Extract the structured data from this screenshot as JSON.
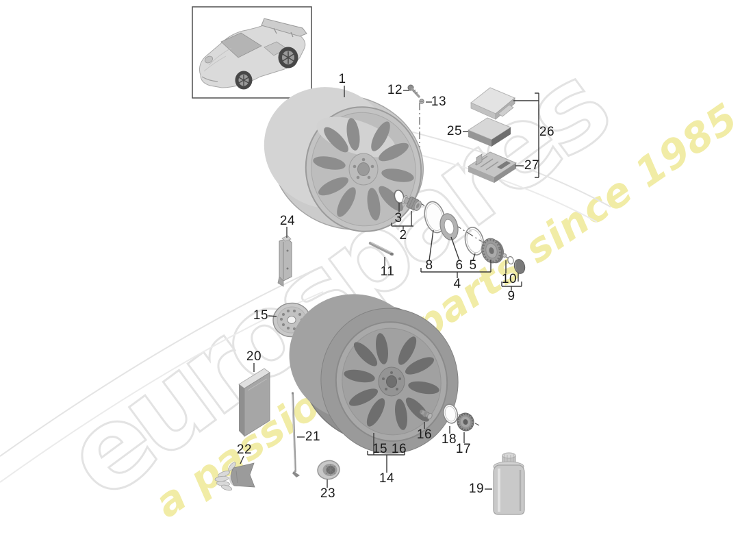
{
  "watermark": {
    "brand": "eurospares",
    "tagline": "a passion for parts since 1985",
    "brand_outline_color": "#e3e3e3",
    "tagline_color": "#f1eca2"
  },
  "colors": {
    "background": "#ffffff",
    "leader_line": "#3a3a3a",
    "label_text": "#1b1b1b",
    "metal_light": "#cccccc",
    "metal_mid": "#9a9a9a",
    "metal_dark": "#6e6e6e"
  },
  "labels": [
    {
      "text": "1"
    },
    {
      "text": "12"
    },
    {
      "text": "13"
    },
    {
      "text": "25"
    },
    {
      "text": "26"
    },
    {
      "text": "27"
    },
    {
      "text": "3"
    },
    {
      "text": "2"
    },
    {
      "text": "24"
    },
    {
      "text": "11"
    },
    {
      "text": "8"
    },
    {
      "text": "6"
    },
    {
      "text": "5"
    },
    {
      "text": "4"
    },
    {
      "text": "10"
    },
    {
      "text": "9"
    },
    {
      "text": "15"
    },
    {
      "text": "20"
    },
    {
      "text": "21"
    },
    {
      "text": "22"
    },
    {
      "text": "23"
    },
    {
      "text": "16"
    },
    {
      "text": "18"
    },
    {
      "text": "17"
    },
    {
      "text": "15 16"
    },
    {
      "text": "14"
    },
    {
      "text": "19"
    }
  ]
}
